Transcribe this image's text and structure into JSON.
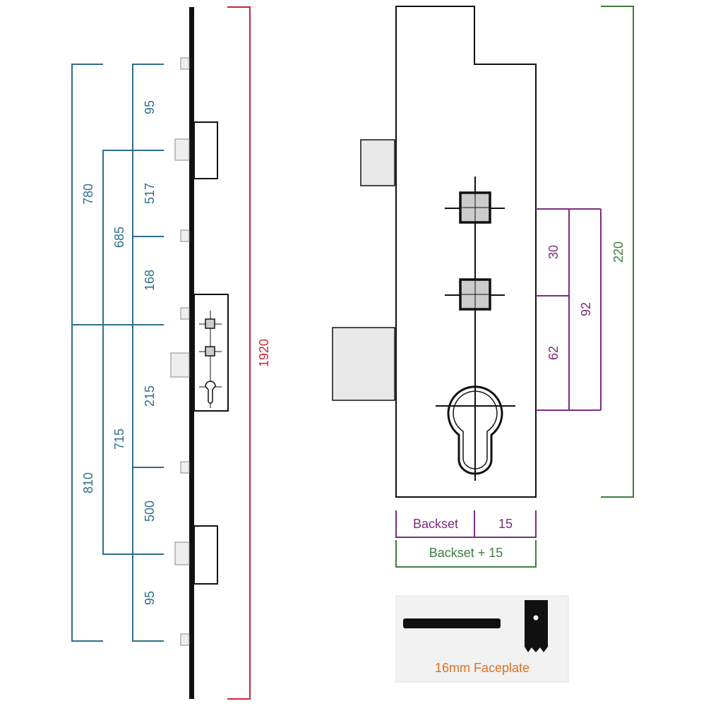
{
  "colors": {
    "blue": "#2e6e8e",
    "red": "#c8283a",
    "purple": "#7e2c7e",
    "green": "#3e7d3e",
    "orange": "#e07020",
    "outline": "#111111",
    "keep_fill": "#e8e8e8"
  },
  "left_view": {
    "total_height": "1920",
    "segments": [
      "95",
      "517",
      "168",
      "215",
      "500",
      "95"
    ],
    "upper_spans": [
      "780",
      "685"
    ],
    "lower_spans": [
      "810",
      "715"
    ]
  },
  "case_view": {
    "followers": [
      "30",
      "62"
    ],
    "follower_total": "92",
    "case_height": "220",
    "backset_label": "Backset",
    "faceplate_offset": "15",
    "backset_total": "Backset + 15"
  },
  "faceplate_detail": {
    "label": "16mm Faceplate"
  }
}
